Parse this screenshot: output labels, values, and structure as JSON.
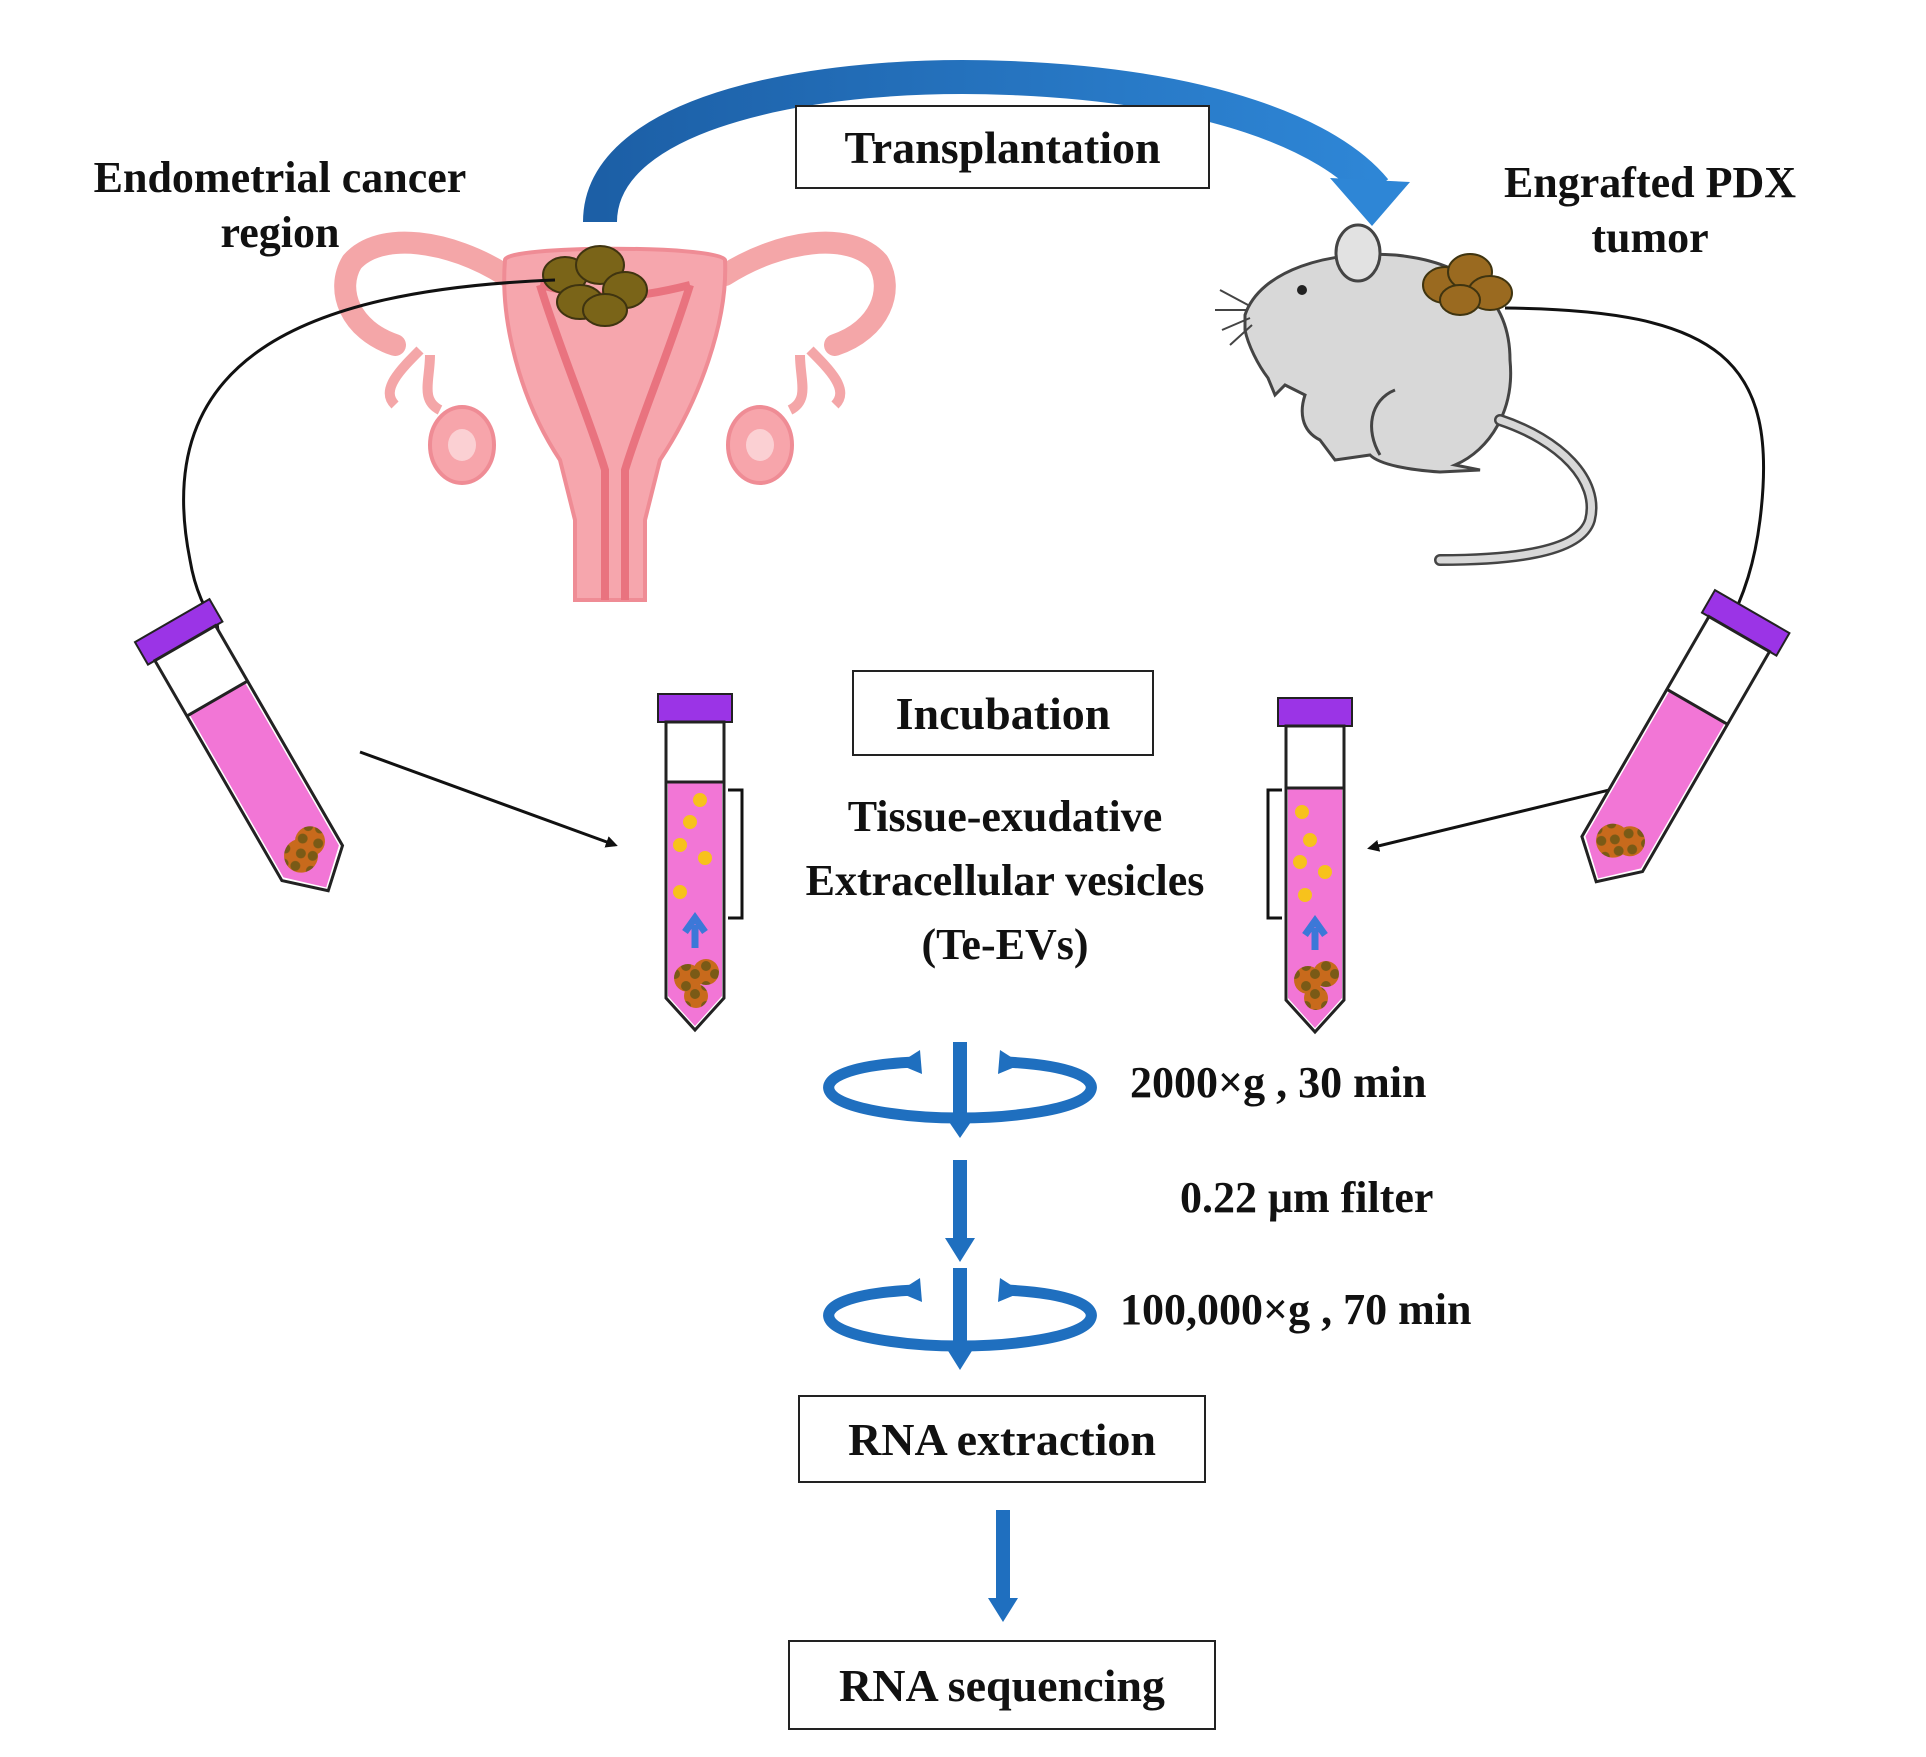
{
  "labels": {
    "source_region_line1": "Endometrial cancer",
    "source_region_line2": "region",
    "pdx_line1": "Engrafted PDX",
    "pdx_line2": "tumor",
    "te_ev_line1": "Tissue-exudative",
    "te_ev_line2": "Extracellular vesicles",
    "te_ev_line3": "(Te-EVs)"
  },
  "boxes": {
    "transplantation": "Transplantation",
    "incubation": "Incubation",
    "rna_extraction": "RNA extraction",
    "rna_sequencing": "RNA sequencing"
  },
  "steps": {
    "spin1": "2000×g , 30 min",
    "filter": "0.22 μm filter",
    "spin2": "100,000×g , 70 min"
  },
  "colors": {
    "arrow_blue": "#1f6fbf",
    "tube_cap": "#9b34e6",
    "tube_medium": "#f276d6",
    "vesicle": "#f7c21c",
    "tissue": "#7a5a16",
    "uterus": "#f4a6a8"
  }
}
